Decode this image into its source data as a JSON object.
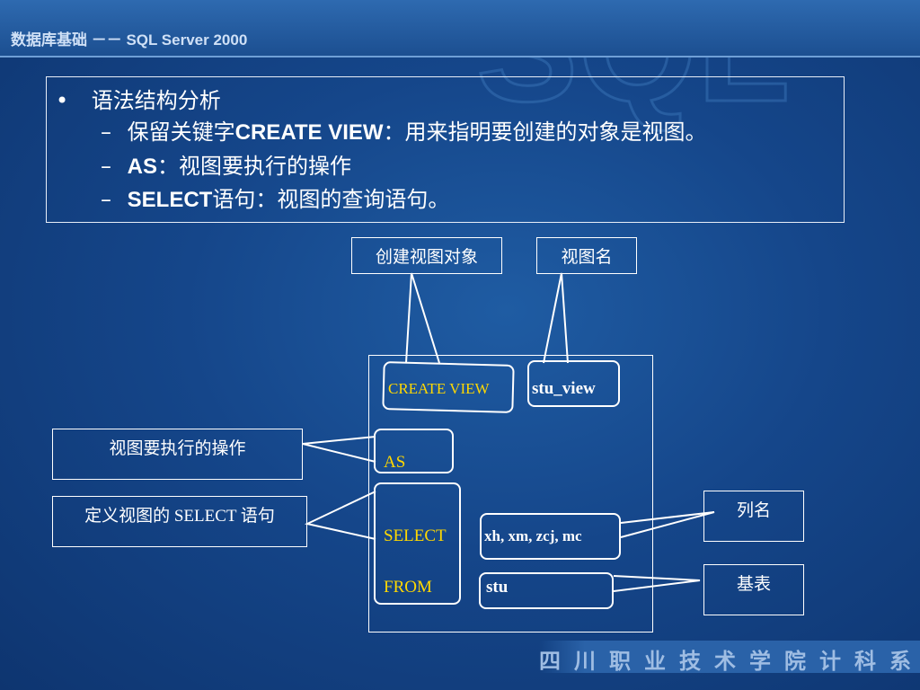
{
  "header": {
    "title": "数据库基础 －－ SQL Server 2000"
  },
  "watermark": {
    "text": "SQL"
  },
  "syntax": {
    "bullet_marker": "•",
    "dash_marker": "–",
    "heading": "语法结构分析",
    "items": [
      {
        "keyword": "CREATE VIEW",
        "prefix": "保留关键字",
        "suffix": "：用来指明要创建的对象是视图。"
      },
      {
        "keyword": "AS",
        "prefix": "",
        "suffix": "：视图要执行的操作"
      },
      {
        "keyword": "SELECT",
        "prefix": "",
        "suffix": "语句：视图的查询语句。"
      }
    ]
  },
  "labels": {
    "create_view_object": "创建视图对象",
    "view_name": "视图名",
    "view_operation": "视图要执行的操作",
    "define_select": "定义视图的 SELECT 语句",
    "column_names": "列名",
    "base_table": "基表"
  },
  "code": {
    "create_view": "CREATE VIEW",
    "view_name": "stu_view",
    "as": "AS",
    "select": "SELECT",
    "from": "FROM",
    "columns": "xh, xm, zcj, mc",
    "table": "stu"
  },
  "footer": {
    "text": "四川职业技术学院计科系"
  },
  "colors": {
    "background": "#15468a",
    "keyword": "#ffd800",
    "text": "#ffffff",
    "outline": "#ffffff"
  }
}
